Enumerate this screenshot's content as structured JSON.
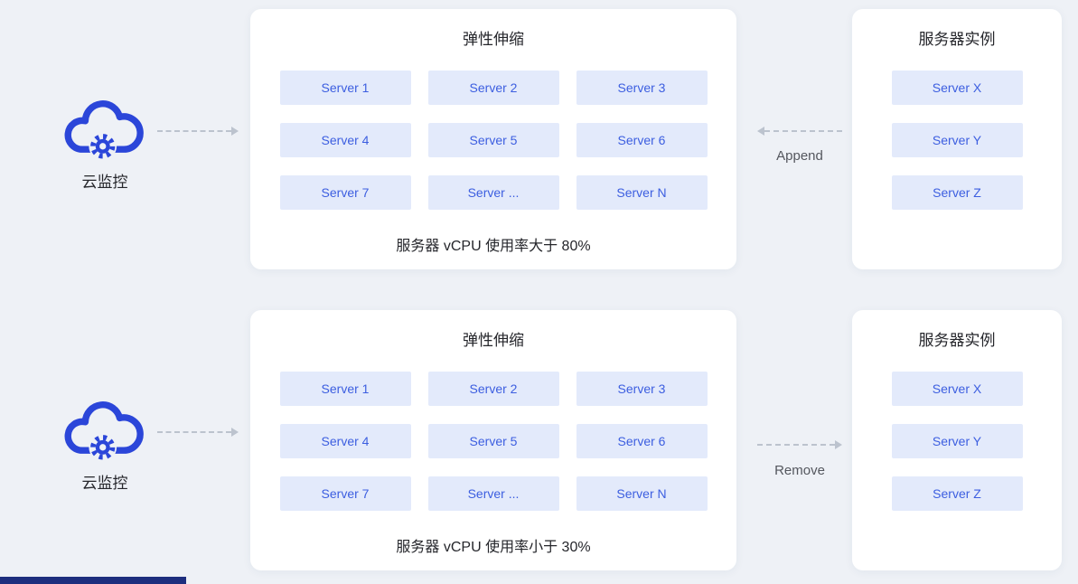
{
  "colors": {
    "background": "#eef1f6",
    "card_background": "#ffffff",
    "server_box_background": "#e3eafb",
    "server_box_text": "#3c5ee0",
    "icon_blue": "#2b46d9",
    "arrow_gray": "#bcc3ce",
    "bottom_strip_blue": "#1d2e7e"
  },
  "scale_out": {
    "monitor_label": "云监控",
    "scaling_card": {
      "title": "弹性伸缩",
      "servers": [
        "Server 1",
        "Server 2",
        "Server 3",
        "Server 4",
        "Server 5",
        "Server 6",
        "Server 7",
        "Server ...",
        "Server N"
      ],
      "caption": "服务器 vCPU 使用率大于 80%"
    },
    "action_label": "Append",
    "instance_card": {
      "title": "服务器实例",
      "servers": [
        "Server X",
        "Server Y",
        "Server Z"
      ]
    }
  },
  "scale_in": {
    "monitor_label": "云监控",
    "scaling_card": {
      "title": "弹性伸缩",
      "servers": [
        "Server 1",
        "Server 2",
        "Server 3",
        "Server 4",
        "Server 5",
        "Server 6",
        "Server 7",
        "Server ...",
        "Server N"
      ],
      "caption": "服务器 vCPU 使用率小于 30%"
    },
    "action_label": "Remove",
    "instance_card": {
      "title": "服务器实例",
      "servers": [
        "Server X",
        "Server Y",
        "Server Z"
      ]
    }
  }
}
